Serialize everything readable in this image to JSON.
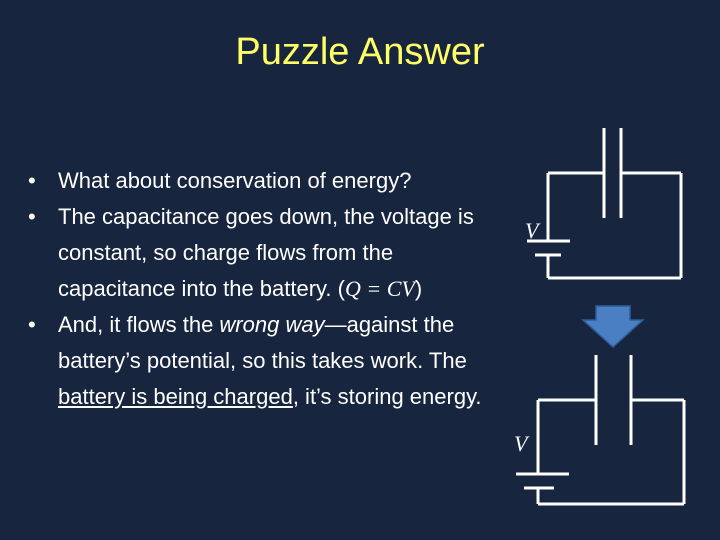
{
  "title": "Puzzle Answer",
  "bullets": [
    {
      "dot": "•",
      "text": "What about conservation of energy?"
    },
    {
      "dot": "•",
      "text_before": "The capacitance goes down, the voltage is constant, so charge flows from the capacitance into the battery. (",
      "formula": "Q = CV",
      "text_after": ")"
    },
    {
      "dot": "•",
      "text_start": "And, it flows the ",
      "emph": "wrong way",
      "text_mid": "—against the battery’s potential, so this takes work.  The ",
      "underlined": "battery is being charged",
      "text_end": ", it’s storing energy."
    }
  ],
  "diagrams": {
    "top_voltage_label": "V",
    "bottom_voltage_label": "V"
  },
  "colors": {
    "background": "#17253f",
    "title": "#ffff66",
    "text": "#ffffff",
    "arrow": "#4a7fc4"
  },
  "icons": {
    "arrow": "arrow-down-icon"
  }
}
